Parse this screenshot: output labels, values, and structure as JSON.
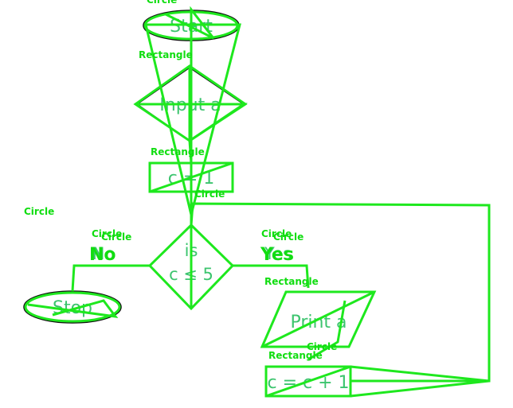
{
  "flowchart": {
    "start": "Start",
    "input": "Input a",
    "init": "c = 1",
    "decision_line1": "is",
    "decision_line2": "c ≤ 5",
    "yes": "Yes",
    "no": "No",
    "print": "Print a",
    "increment": "c = c + 1",
    "stop": "Stop"
  },
  "detections": {
    "circle": "Circle",
    "rectangle": "Rectangle",
    "no_overlay": "No",
    "yes_overlay": "Yes"
  },
  "colors": {
    "overlay": "#1ee81e",
    "shape_text": "#3cc46e",
    "outline": "#111111"
  }
}
